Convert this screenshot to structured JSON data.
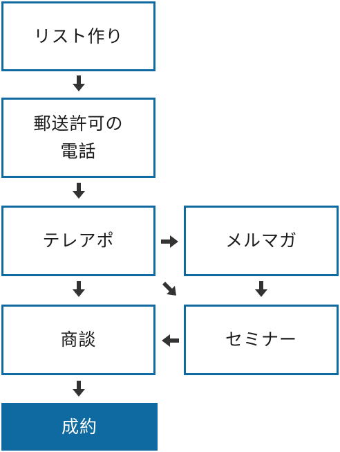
{
  "flow": {
    "list_making": "リスト作り",
    "phone_permission_line1": "郵送許可の",
    "phone_permission_line2": "電話",
    "teleapo": "テレアポ",
    "mailmag": "メルマガ",
    "negotiation": "商談",
    "seminar": "セミナー",
    "contract": "成約"
  },
  "colors": {
    "border": "#0e6aa0",
    "final_fill": "#0e6aa0",
    "arrow": "#333333",
    "text": "#1a1a1a"
  }
}
